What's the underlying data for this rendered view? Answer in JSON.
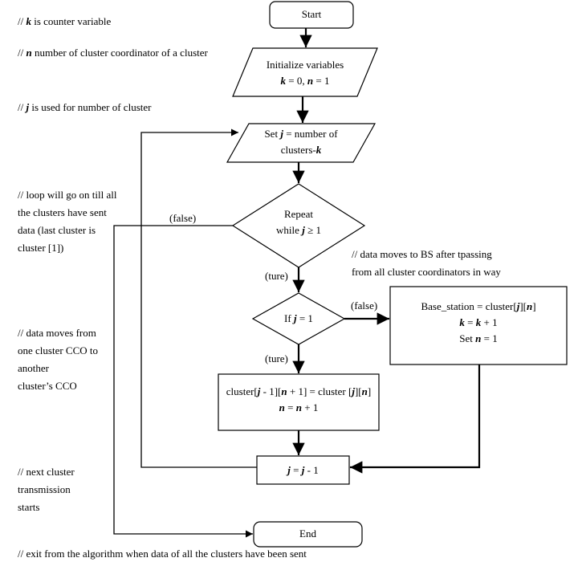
{
  "comments": {
    "k_counter": [
      "// ",
      "k",
      " is counter variable"
    ],
    "n_coordinator": [
      "// ",
      "n",
      " number of cluster coordinator of a cluster"
    ],
    "j_clusters": [
      "// ",
      "j",
      " is used for number of cluster"
    ],
    "loop_note": [
      "// loop will go on till all",
      "the clusters have sent",
      "data (last cluster is",
      "cluster [1])"
    ],
    "bs_note": [
      "// data moves to BS after tpassing",
      "from all cluster coordinators in way"
    ],
    "cco_note": [
      "// data moves from",
      "one cluster CCO to",
      "another",
      "cluster’s CCO"
    ],
    "next_note": [
      "// next cluster",
      "transmission",
      "starts"
    ],
    "exit_note": "// exit from the algorithm when data of all the clusters have been sent"
  },
  "nodes": {
    "start": "Start",
    "init_line1": "Initialize variables",
    "init_line2": [
      "k",
      " = 0, ",
      "n",
      " = 1"
    ],
    "setj_line1": [
      "Set ",
      "j",
      " = number of"
    ],
    "setj_line2": [
      "clusters-",
      "k"
    ],
    "repeat_line1": "Repeat",
    "repeat_line2": [
      "while ",
      "j",
      " ≥ 1"
    ],
    "if_line": [
      "If ",
      "j",
      " = 1"
    ],
    "bs_line1": [
      "Base_station = cluster[",
      "j",
      "][",
      "n",
      "]"
    ],
    "bs_line2": [
      "k",
      " = ",
      "k",
      " + 1"
    ],
    "bs_line3": [
      "Set ",
      "n",
      " = 1"
    ],
    "cl_line1": [
      "cluster[",
      "j",
      " - 1][",
      "n",
      " + 1] = cluster [",
      "j",
      "][",
      "n",
      "]"
    ],
    "cl_line2": [
      "n",
      " = ",
      "n",
      " + 1"
    ],
    "dec_line": [
      "j",
      " = ",
      "j",
      " - 1"
    ],
    "end": "End"
  },
  "edge_labels": {
    "false_repeat": "(false)",
    "true_repeat": "(ture)",
    "false_if": "(false)",
    "true_if": "(ture)"
  }
}
